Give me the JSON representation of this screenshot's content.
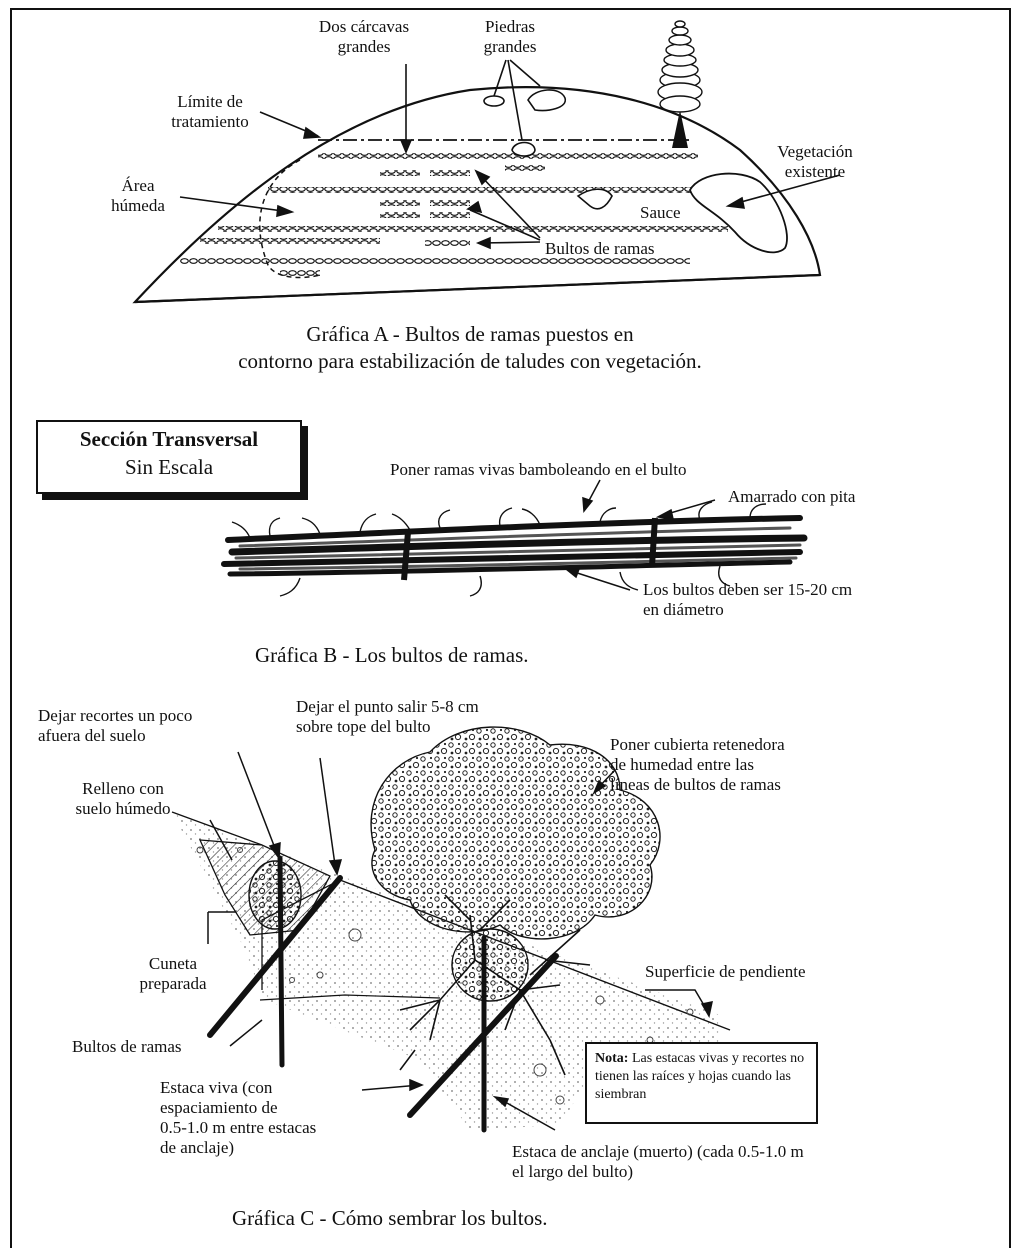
{
  "graph_a": {
    "labels": {
      "gullies": [
        "Dos cárcavas",
        "grandes"
      ],
      "stones": [
        "Piedras",
        "grandes"
      ],
      "limit": [
        "Límite de",
        "tratamiento"
      ],
      "vegetation": [
        "Vegetación",
        "existente"
      ],
      "wet_area": [
        "Área",
        "húmeda"
      ],
      "willow": "Sauce",
      "bundles": "Bultos de ramas"
    },
    "caption": [
      "Gráfica A - Bultos de ramas puestos en",
      "contorno para estabilización de taludes con vegetación."
    ]
  },
  "section_box": {
    "title": "Sección Transversal",
    "subtitle": "Sin Escala"
  },
  "graph_b": {
    "labels": {
      "live_branches": "Poner ramas vivas bamboleando en el bulto",
      "tied": "Amarrado con pita",
      "diameter": [
        "Los bultos deben ser 15-20 cm",
        "en diámetro"
      ]
    },
    "caption": "Gráfica B - Los bultos de ramas."
  },
  "graph_c": {
    "labels": {
      "clippings": [
        "Dejar recortes un poco",
        "afuera del suelo"
      ],
      "point": [
        "Dejar el punto salir 5-8 cm",
        "sobre tope del bulto"
      ],
      "mulch": [
        "Poner cubierta retenedora",
        "de humedad entre las",
        "líneas de bultos de ramas"
      ],
      "fill": [
        "Relleno con",
        "suelo húmedo"
      ],
      "ditch": [
        "Cuneta",
        "preparada"
      ],
      "slope_surface": "Superficie de pendiente",
      "bundles": "Bultos de ramas",
      "live_stake": [
        "Estaca viva (con",
        "espaciamiento de",
        "0.5-1.0 m entre estacas",
        "de anclaje)"
      ],
      "dead_stake": [
        "Estaca de anclaje (muerto) (cada 0.5-1.0 m",
        "el largo del bulto)"
      ]
    },
    "note": {
      "bold": "Nota:",
      "text": " Las estacas vivas y recortes no tienen las raíces y hojas cuando las siembran"
    },
    "caption": "Gráfica C - Cómo sembrar los bultos."
  }
}
